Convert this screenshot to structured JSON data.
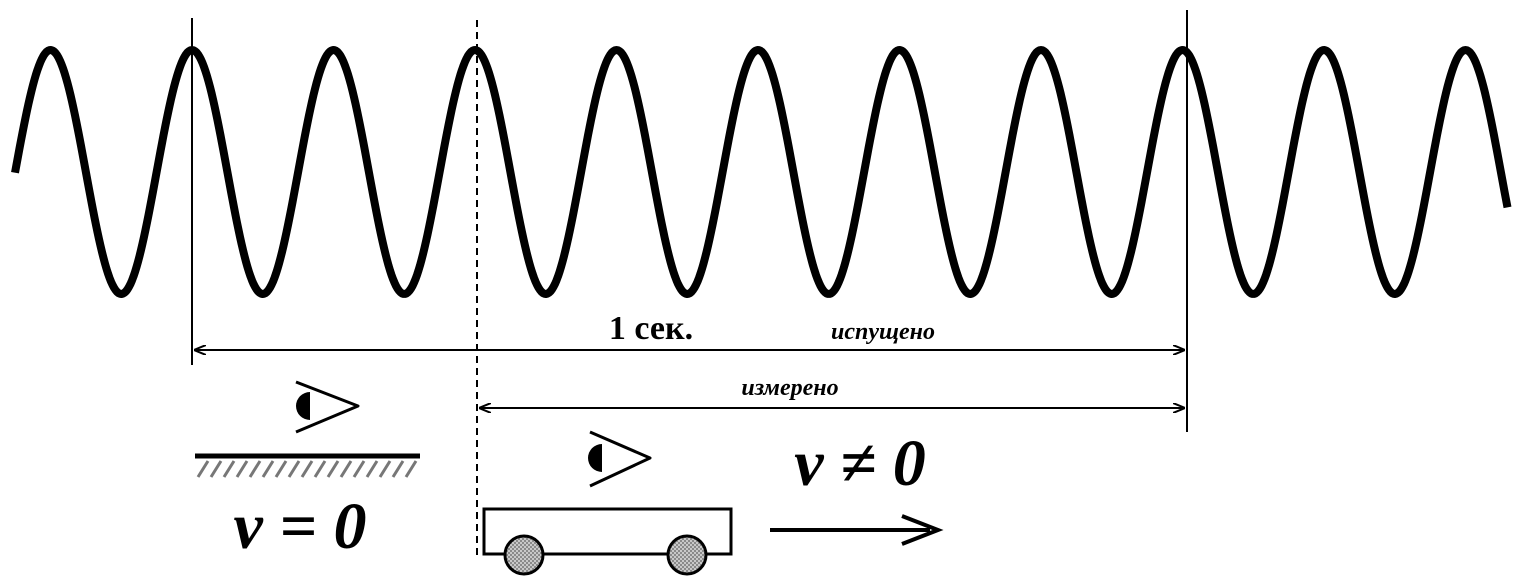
{
  "labels": {
    "duration": "1 сек.",
    "emitted": "испущено",
    "measured": "измерено",
    "stationary_speed": "v = 0",
    "moving_speed": "v ≠ 0"
  },
  "icons": {
    "stationary_observer": "eye-icon",
    "moving_observer": "eye-icon",
    "direction": "arrow-right-icon",
    "ground": "ground-hatch-icon",
    "cart": "cart-icon"
  },
  "colors": {
    "ink": "#000000",
    "wheel_fill": "#b0b0b0"
  }
}
